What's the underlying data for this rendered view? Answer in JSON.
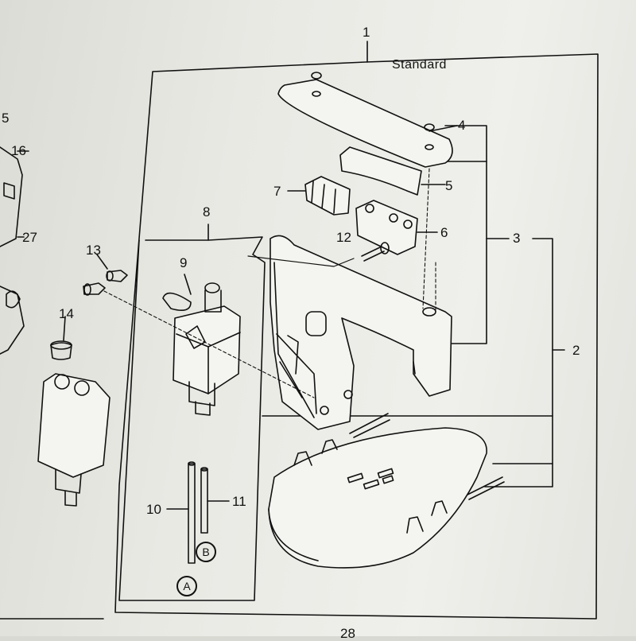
{
  "diagram": {
    "caption": "Standard",
    "page_number": "28",
    "letter_markers": [
      "A",
      "B"
    ],
    "callouts": {
      "c1": "1",
      "c2": "2",
      "c3": "3",
      "c4": "4",
      "c5": "5",
      "c6": "6",
      "c7": "7",
      "c8": "8",
      "c9": "9",
      "c10": "10",
      "c11": "11",
      "c12": "12",
      "c13": "13",
      "c14": "14",
      "left5": "5",
      "left16": "16",
      "left27": "27"
    }
  },
  "colors": {
    "ink": "#111111",
    "paper": "#ecece8"
  }
}
